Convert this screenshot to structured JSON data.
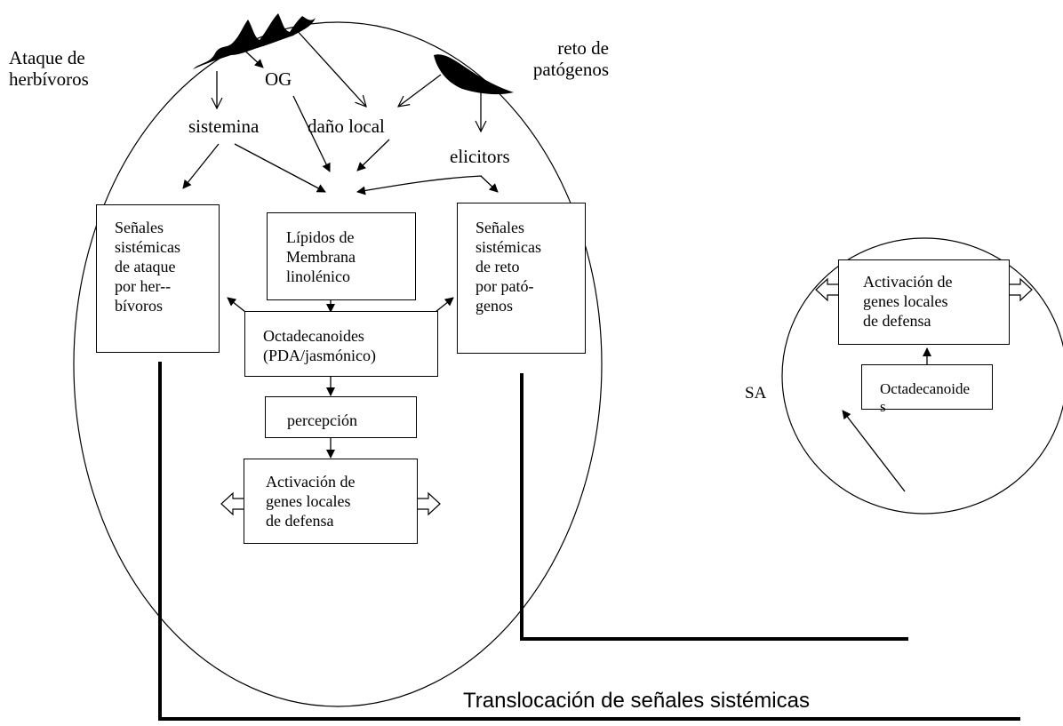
{
  "labels": {
    "ataque_herbivoros": "Ataque de\nherbívoros",
    "og": "OG",
    "reto_patogenos": "reto de\npatógenos",
    "sistemina": "sistemina",
    "dano_local": "daño local",
    "elicitors": "elicitors",
    "sa": "SA",
    "translocacion": "Translocación de señales sistémicas"
  },
  "boxes": {
    "senales_herbivoros": "Señales\nsistémicas\nde ataque\npor her--\nbívoros",
    "lipidos": "Lípidos de\nMembrana\nlinolénico",
    "senales_patogenos": "Señales\nsistémicas\nde reto\npor pató-\ngenos",
    "octadecanoides": "Octadecanoides\n(PDA/jasmónico)",
    "percepcion": "percepción",
    "activacion": "Activación de\ngenes locales\nde defensa",
    "activacion_right": "Activación de\ngenes locales\nde defensa",
    "octadecanoides_right": "Octadecanoide\ns"
  }
}
